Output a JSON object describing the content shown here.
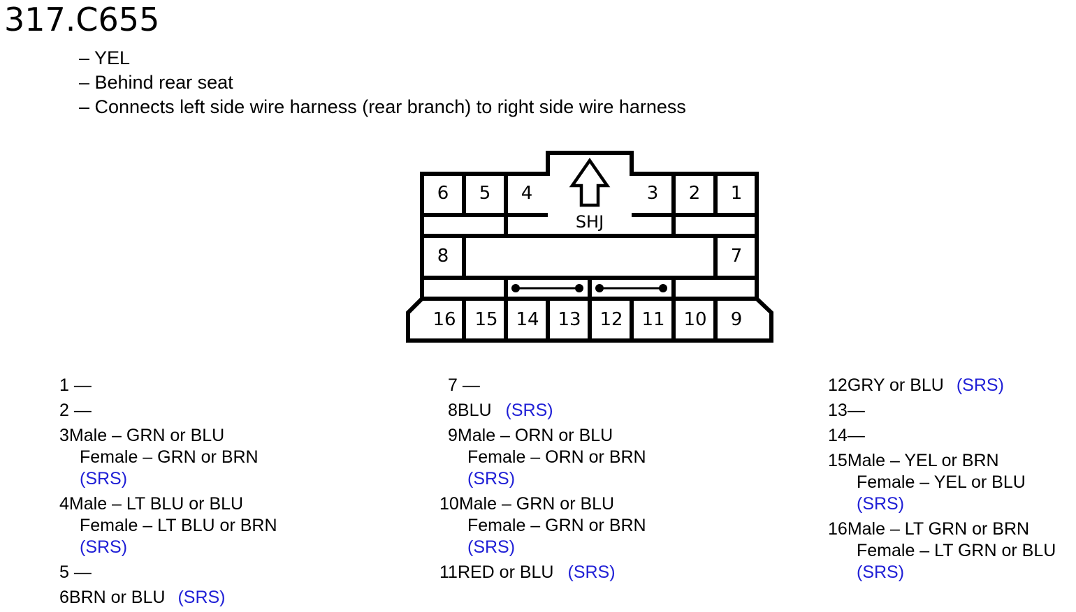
{
  "title": "317.C655",
  "info": [
    "– YEL",
    "– Behind rear seat",
    "– Connects left side wire harness (rear branch) to right side wire harness"
  ],
  "connector": {
    "label": "SHJ",
    "pins_top": [
      "6",
      "5",
      "4",
      "3",
      "2",
      "1"
    ],
    "pins_middle": [
      "8",
      "7"
    ],
    "pins_bottom": [
      "16",
      "15",
      "14",
      "13",
      "12",
      "11",
      "10",
      "9"
    ]
  },
  "srs_color": "#1f1fd6",
  "columns": [
    [
      {
        "num": "1",
        "text": " —"
      },
      {
        "num": "2",
        "text": " —"
      },
      {
        "num": "3",
        "text": "Male – GRN or BLU",
        "sub": [
          "Female – GRN or BRN"
        ],
        "srs_line": "(SRS)"
      },
      {
        "num": "4",
        "text": "Male – LT BLU or BLU",
        "sub": [
          "Female – LT BLU or BRN"
        ],
        "srs_line": "(SRS)"
      },
      {
        "num": "5",
        "text": " —"
      },
      {
        "num": "6",
        "text": "BRN or BLU",
        "srs_inline": "(SRS)"
      }
    ],
    [
      {
        "num": "7",
        "text": " —"
      },
      {
        "num": "8",
        "text": "BLU",
        "srs_inline": "(SRS)"
      },
      {
        "num": "9",
        "text": "Male – ORN or BLU",
        "sub": [
          "Female – ORN or BRN"
        ],
        "srs_line": "(SRS)"
      },
      {
        "num": "10",
        "text": "Male – GRN or BLU",
        "sub": [
          "Female – GRN or BRN"
        ],
        "srs_line": "(SRS)"
      },
      {
        "num": "11",
        "text": "RED or BLU",
        "srs_inline": "(SRS)"
      }
    ],
    [
      {
        "num": "12",
        "text": "GRY or BLU",
        "srs_inline": "(SRS)"
      },
      {
        "num": "13",
        "text": "—"
      },
      {
        "num": "14",
        "text": "—"
      },
      {
        "num": "15",
        "text": "Male – YEL or BRN",
        "sub": [
          "Female – YEL or BLU"
        ],
        "srs_line": "(SRS)"
      },
      {
        "num": "16",
        "text": "Male – LT GRN or BRN",
        "sub": [
          "Female – LT GRN or BLU"
        ],
        "srs_line": "(SRS)"
      }
    ]
  ]
}
